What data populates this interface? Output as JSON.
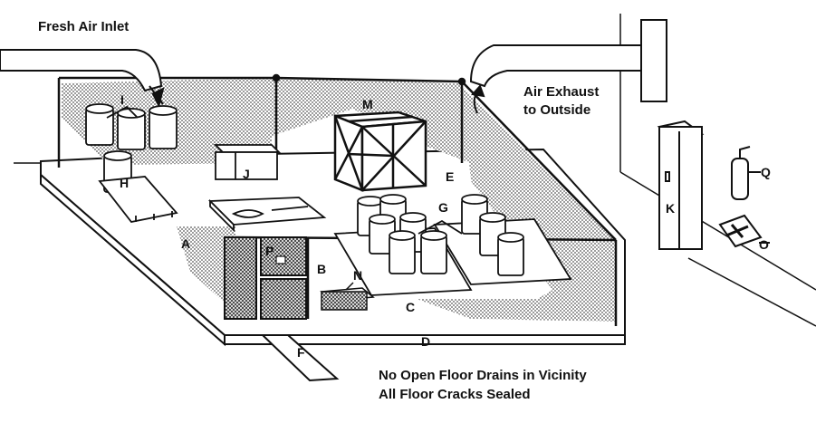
{
  "annotations": {
    "fresh_air_inlet": "Fresh Air Inlet",
    "air_exhaust_line1": "Air Exhaust",
    "air_exhaust_line2": "to Outside",
    "floor_note_line1": "No Open Floor Drains in Vicinity",
    "floor_note_line2": "All Floor Cracks Sealed"
  },
  "letters": {
    "A": "A",
    "B": "B",
    "C": "C",
    "D": "D",
    "E": "E",
    "F": "F",
    "G": "G",
    "H": "H",
    "I": "I",
    "J": "J",
    "K": "K",
    "M": "M",
    "N": "N",
    "O": "O",
    "P": "P",
    "Q": "Q"
  },
  "colors": {
    "ink": "#111111",
    "shade": "#8a8a8a",
    "paper": "#ffffff"
  }
}
